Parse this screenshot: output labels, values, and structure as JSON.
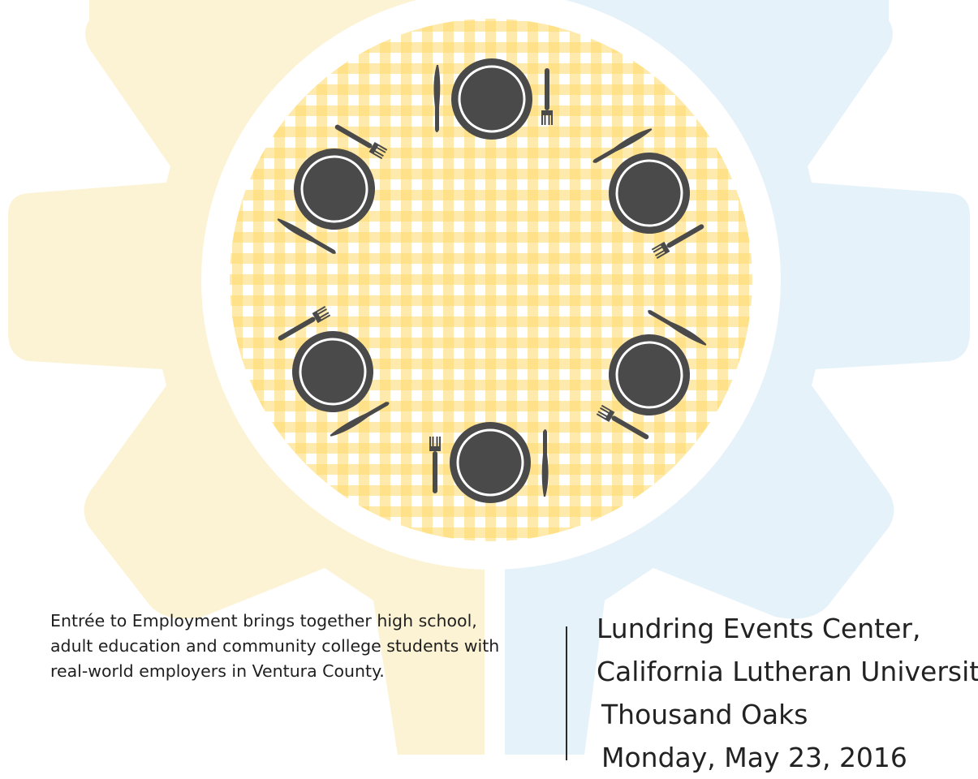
{
  "poster": {
    "description": "Entrée to Employment brings together high school, adult education and community college students with real-world employers in Ventura County.",
    "venue_line1": "Lundring Events Center,",
    "venue_line2": "California Lutheran University",
    "venue_line3": "Thousand Oaks",
    "date_line": "Monday, May 23, 2016"
  },
  "illustration": {
    "gear_left_color": "#fcf3d5",
    "gear_right_color": "#e6f2fa",
    "tablecloth_base": "#ffffff",
    "tablecloth_check": "#fcd86a",
    "plate_color": "#4a4a4a",
    "icons": [
      "gear-icon",
      "plate-icon",
      "fork-icon",
      "knife-icon"
    ]
  }
}
